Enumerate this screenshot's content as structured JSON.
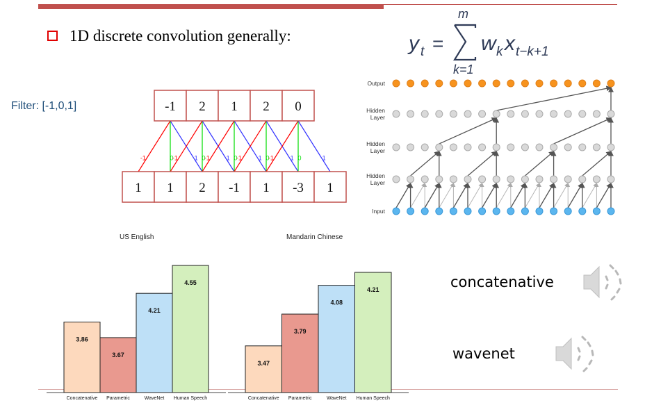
{
  "slide": {
    "heading": "1D discrete convolution generally:",
    "filter_label": "Filter: [-1,0,1]"
  },
  "formula": {
    "lhs": "y",
    "lhs_sub": "t",
    "equals": "=",
    "sum_upper": "m",
    "sum_lower": "k=1",
    "term_w": "w",
    "term_w_sub": "k",
    "term_x": "x",
    "term_x_sub": "t−k+1"
  },
  "convolution": {
    "output_values": [
      "-1",
      "2",
      "1",
      "2",
      "0"
    ],
    "input_values": [
      "1",
      "1",
      "2",
      "-1",
      "1",
      "-3",
      "1"
    ],
    "weight_labels": [
      "-1",
      "0",
      "1"
    ],
    "colors": {
      "box": "#c0504d",
      "neg": "#ff0000",
      "zero": "#00dd00",
      "pos": "#3333ff"
    }
  },
  "wavenet_diagram": {
    "row_labels": [
      "Output",
      "Hidden\nLayer",
      "Hidden\nLayer",
      "Hidden\nLayer",
      "Input"
    ],
    "node_count": 16,
    "colors": {
      "output": "#f7931e",
      "hidden": "#d9d9d9",
      "input": "#5bb6ef"
    }
  },
  "chart_data": [
    {
      "type": "bar",
      "title": "US English",
      "categories": [
        "Concatenative",
        "Parametric",
        "WaveNet",
        "Human Speech"
      ],
      "values": [
        3.86,
        3.67,
        4.21,
        4.55
      ],
      "colors": [
        "#fdd9bd",
        "#e9998f",
        "#bee0f7",
        "#d4efbd"
      ],
      "ylim": [
        3.0,
        4.72
      ]
    },
    {
      "type": "bar",
      "title": "Mandarin Chinese",
      "categories": [
        "Concatenative",
        "Parametric",
        "WaveNet",
        "Human Speech"
      ],
      "values": [
        3.47,
        3.79,
        4.08,
        4.21
      ],
      "colors": [
        "#fdd9bd",
        "#e9998f",
        "#bee0f7",
        "#d4efbd"
      ],
      "ylim": [
        3.0,
        4.42
      ]
    }
  ],
  "audio": [
    {
      "label": "concatenative",
      "icon": "speaker-icon"
    },
    {
      "label": "wavenet",
      "icon": "speaker-icon"
    }
  ]
}
